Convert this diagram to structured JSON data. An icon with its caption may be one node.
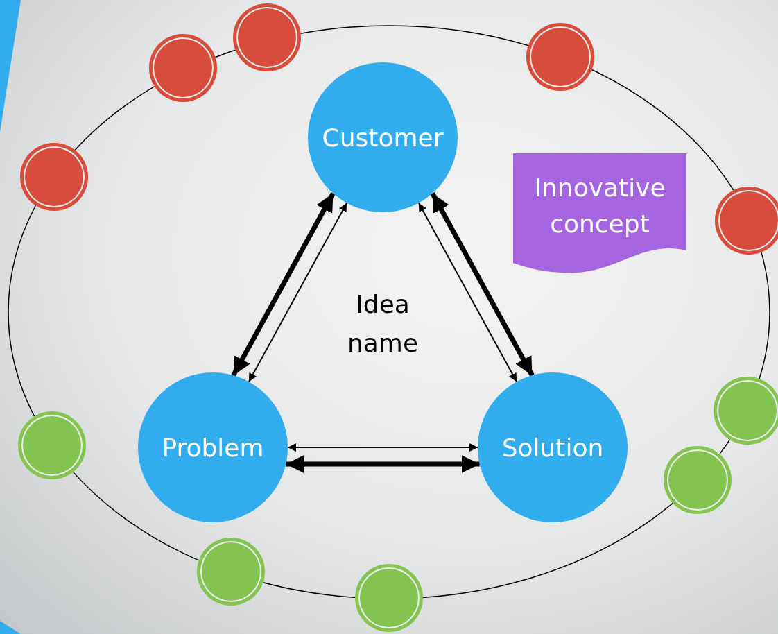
{
  "diagram": {
    "nodes": [
      {
        "text": [
          "Customer"
        ]
      },
      {
        "text": [
          "Problem"
        ]
      },
      {
        "text": [
          "Solution"
        ]
      },
      {
        "text": [
          "Idea name"
        ]
      },
      {
        "text": [
          "Innovative concept"
        ]
      },
      {
        "text": [],
        "shape": "circle"
      },
      {
        "text": [],
        "shape": "circle"
      },
      {
        "text": [],
        "shape": "circle"
      },
      {
        "text": [],
        "shape": "circle"
      },
      {
        "text": [],
        "shape": "circle"
      },
      {
        "text": [],
        "shape": "circle"
      },
      {
        "text": [],
        "shape": "circle"
      },
      {
        "text": [],
        "shape": "circle"
      },
      {
        "text": [],
        "shape": "circle"
      },
      {
        "text": [],
        "shape": "circle"
      }
    ],
    "edges": [
      {
        "from": 0,
        "to": 1,
        "arrow": "both"
      },
      {
        "from": 0,
        "to": 1,
        "arrow": "both",
        "style": "thick"
      },
      {
        "from": 0,
        "to": 2,
        "arrow": "both"
      },
      {
        "from": 0,
        "to": 2,
        "arrow": "both",
        "style": "thick"
      },
      {
        "from": 1,
        "to": 2,
        "arrow": "both"
      },
      {
        "from": 1,
        "to": 2,
        "arrow": "both",
        "style": "thick"
      }
    ]
  }
}
